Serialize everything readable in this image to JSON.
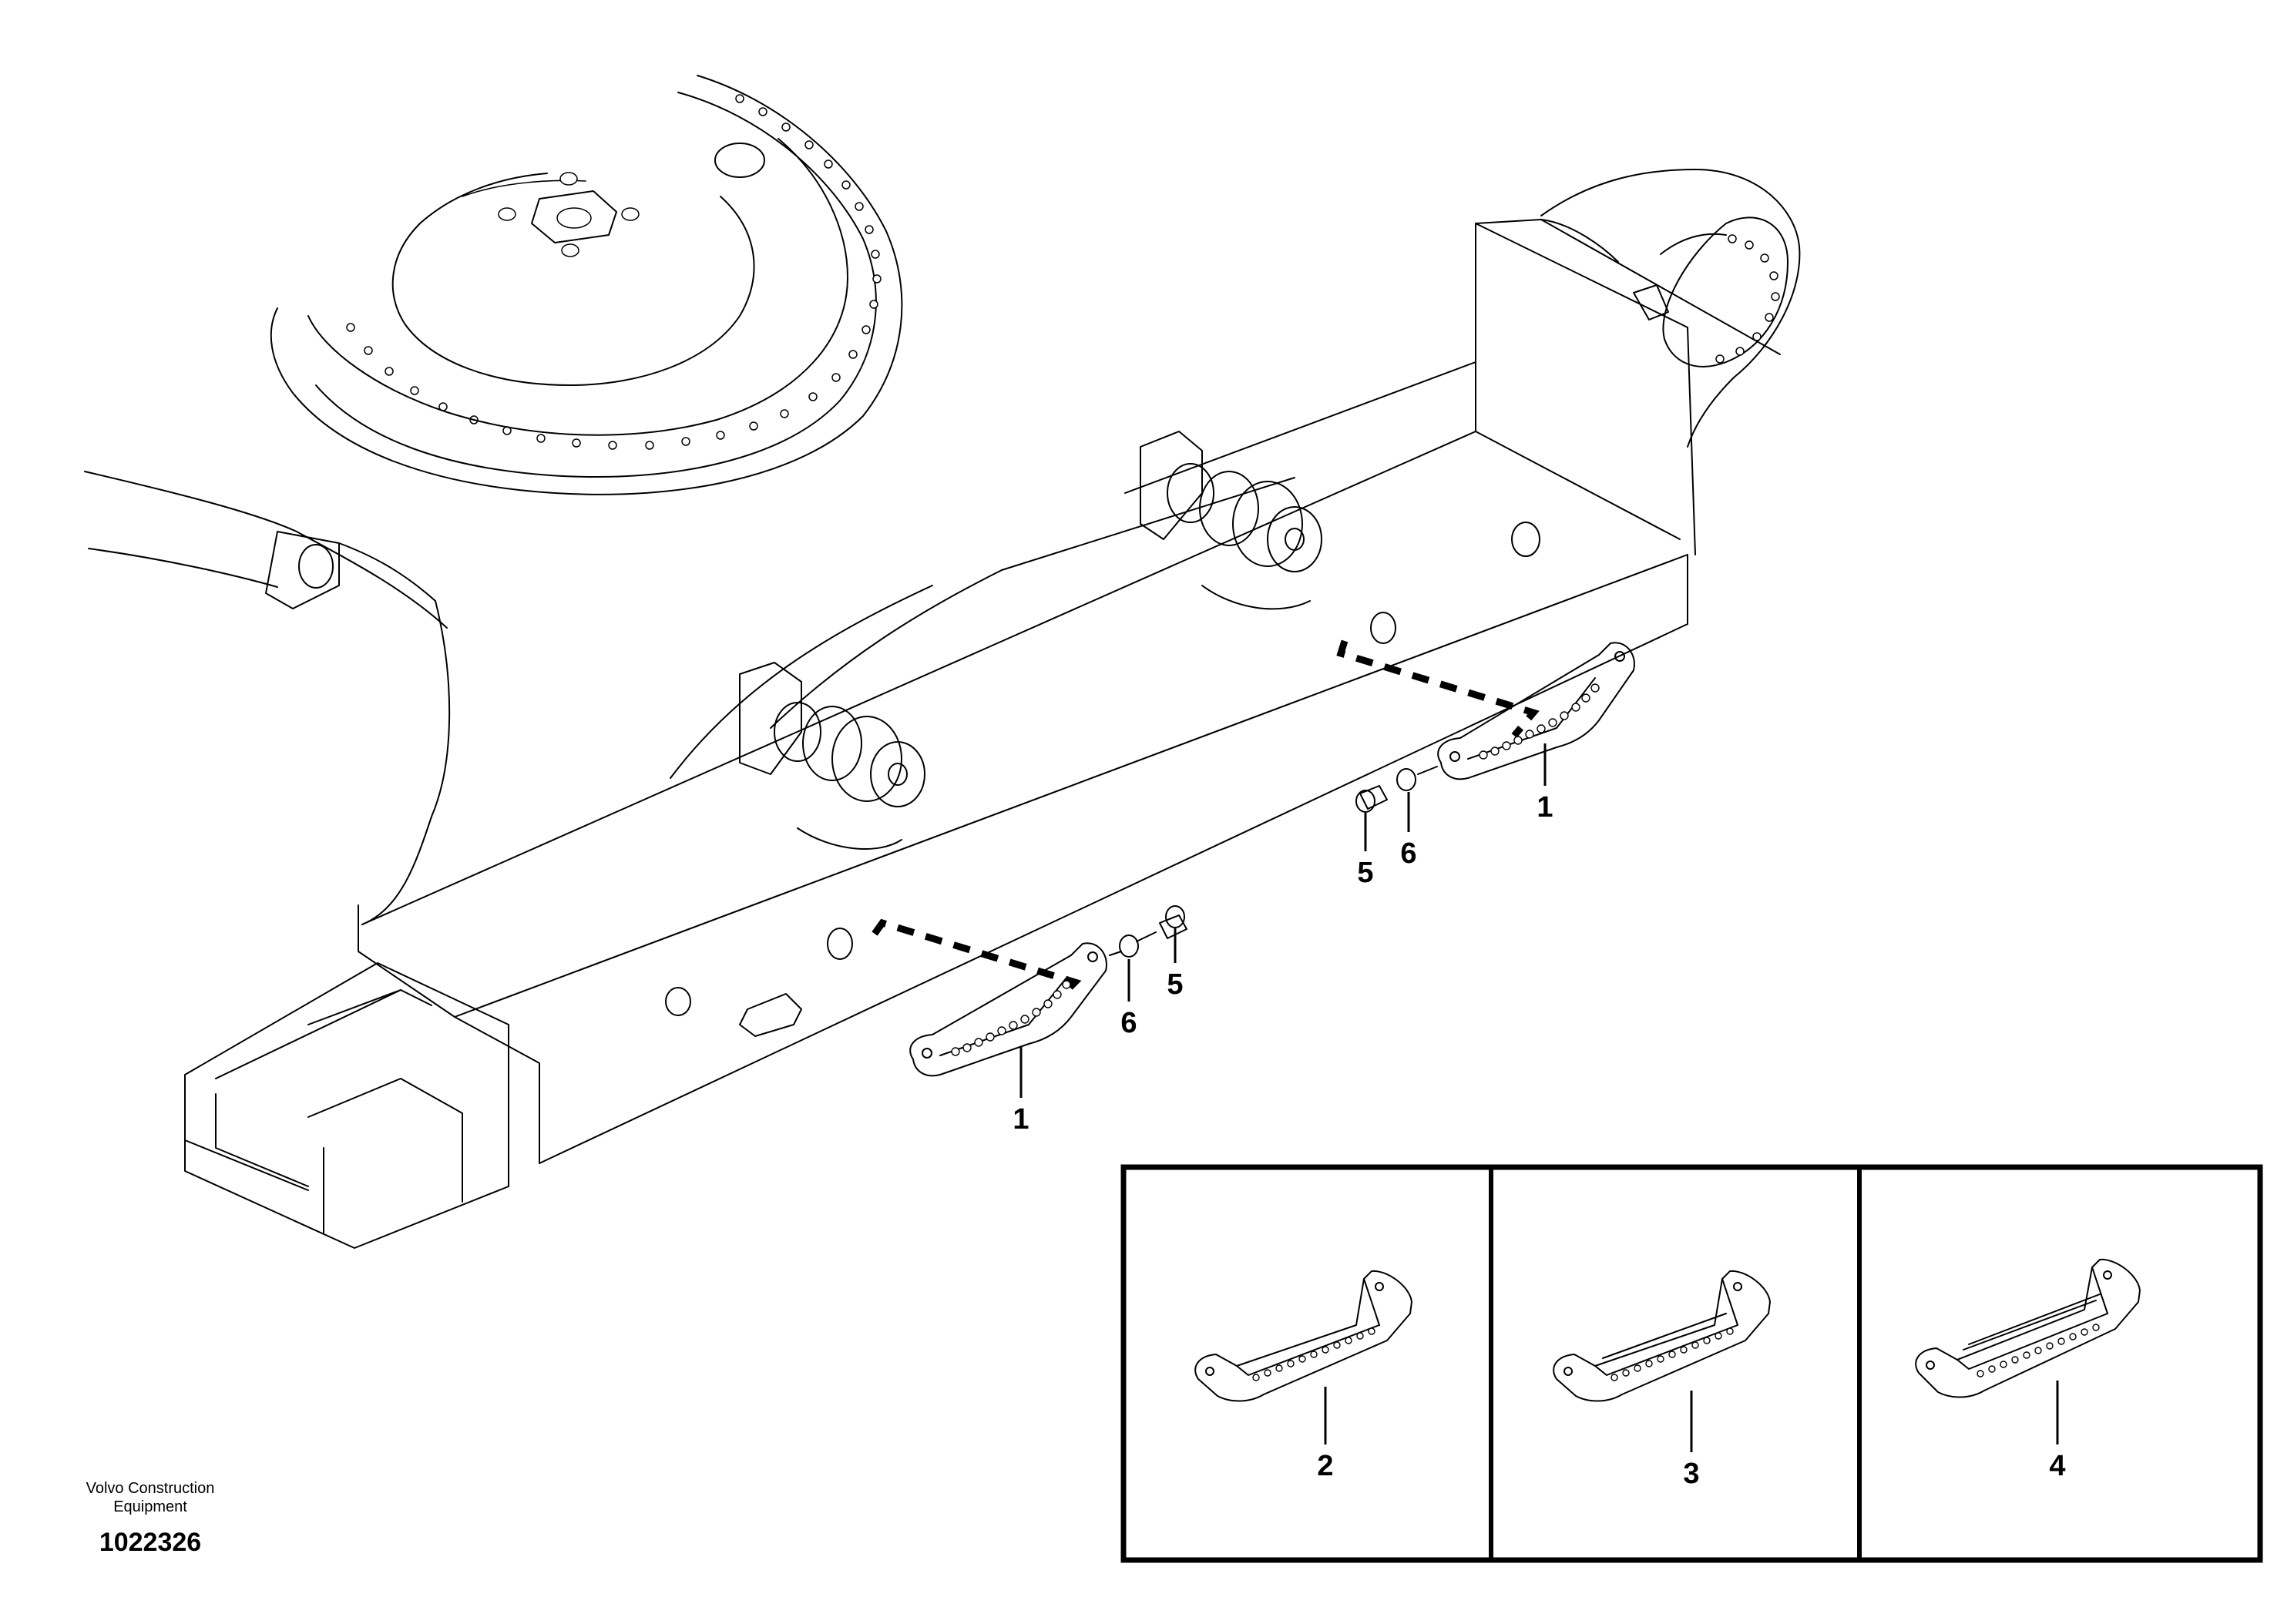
{
  "brand": {
    "line1": "Volvo Construction",
    "line2": "Equipment"
  },
  "document_number": "1022326",
  "callouts": {
    "main": [
      "1",
      "5",
      "6",
      "1",
      "6",
      "5"
    ],
    "inset": [
      "2",
      "3",
      "4"
    ]
  }
}
